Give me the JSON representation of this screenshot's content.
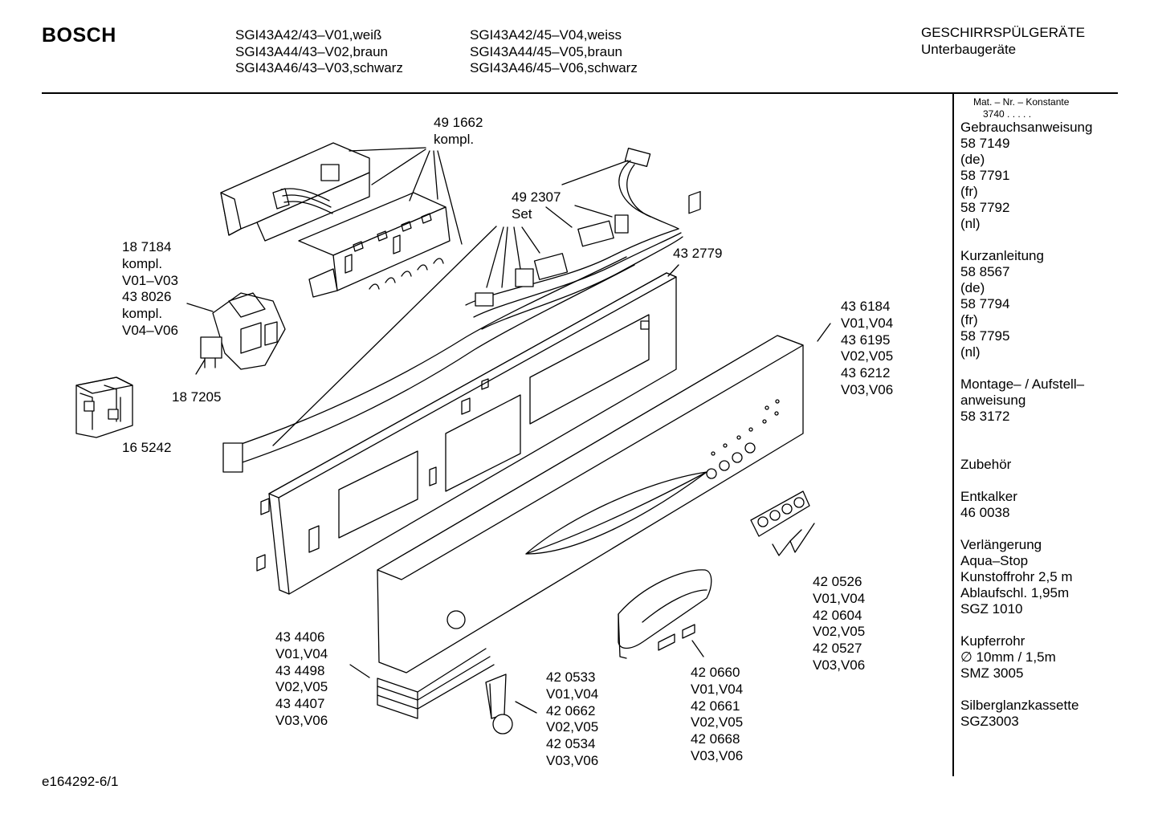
{
  "header": {
    "brand": "BOSCH",
    "models_col1": [
      "SGI43A42/43–V01,weiß",
      "SGI43A44/43–V02,braun",
      "SGI43A46/43–V03,schwarz"
    ],
    "models_col2": [
      "SGI43A42/45–V04,weiss",
      "SGI43A44/45–V05,braun",
      "SGI43A46/45–V06,schwarz"
    ],
    "category": "GESCHIRRSPÜLGERÄTE",
    "subcategory": "Unterbaugeräte"
  },
  "sidebar": {
    "mat_header": "Mat. – Nr. – Konstante",
    "mat_value": "3740 .  .  .  .  .",
    "lines": [
      "Gebrauchsanweisung",
      "58 7149",
      "(de)",
      "58 7791",
      "(fr)",
      "58 7792",
      "(nl)",
      "",
      "Kurzanleitung",
      "58 8567",
      "(de)",
      "58 7794",
      "(fr)",
      "58 7795",
      "(nl)",
      "",
      "Montage– / Aufstell–",
      "anweisung",
      "58 3172",
      "",
      "",
      "Zubehör",
      "",
      "Entkalker",
      "46 0038",
      "",
      "Verlängerung",
      "Aqua–Stop",
      "Kunstoffrohr 2,5 m",
      "Ablaufschl. 1,95m",
      "SGZ 1010",
      "",
      "Kupferrohr",
      "∅ 10mm / 1,5m",
      "SMZ 3005",
      "",
      "Silberglanzkassette",
      "SGZ3003"
    ]
  },
  "labels": {
    "p491662": [
      "49 1662",
      "kompl."
    ],
    "p492307": [
      "49 2307",
      "Set"
    ],
    "p432779": [
      "43 2779"
    ],
    "p187184": [
      "18 7184",
      "kompl.",
      "V01–V03",
      "43 8026",
      "kompl.",
      "V04–V06"
    ],
    "p187205": [
      "18 7205"
    ],
    "p165242": [
      "16 5242"
    ],
    "p436184": [
      "43 6184",
      "V01,V04",
      "43 6195",
      "V02,V05",
      "43 6212",
      "V03,V06"
    ],
    "p420526": [
      "42 0526",
      "V01,V04",
      "42 0604",
      "V02,V05",
      "42 0527",
      "V03,V06"
    ],
    "p434406": [
      "43 4406",
      "V01,V04",
      "43 4498",
      "V02,V05",
      "43 4407",
      "V03,V06"
    ],
    "p420533": [
      "42 0533",
      "V01,V04",
      "42 0662",
      "V02,V05",
      "42 0534",
      "V03,V06"
    ],
    "p420660": [
      "42 0660",
      "V01,V04",
      "42 0661",
      "V02,V05",
      "42 0668",
      "V03,V06"
    ]
  },
  "footer": {
    "doc_id": "e164292-6/1"
  }
}
